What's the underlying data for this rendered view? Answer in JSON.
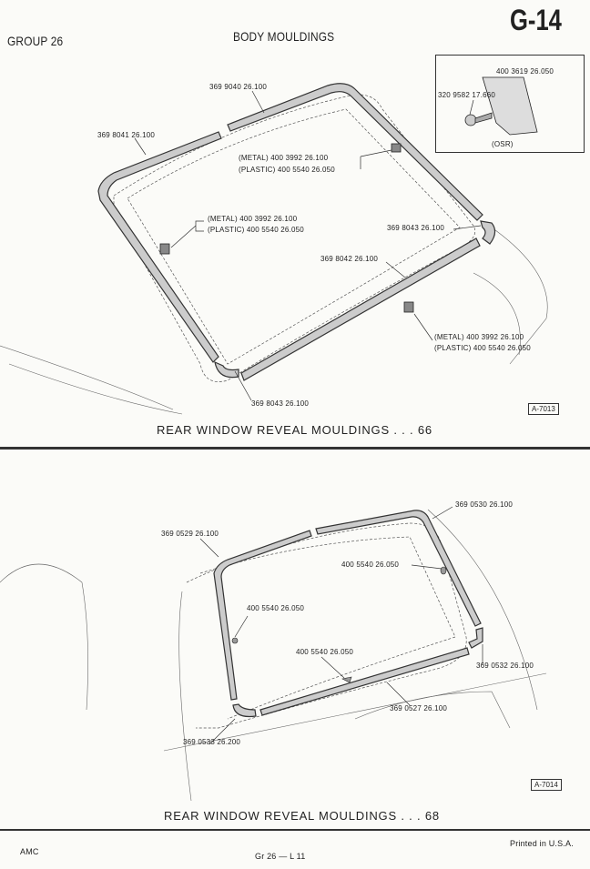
{
  "header": {
    "group": "GROUP 26",
    "title": "BODY MOULDINGS",
    "page_code": "G-14"
  },
  "figure1": {
    "inset": {
      "clip_label": "400 3619  26.050",
      "screw_label": "320 9582  17.660",
      "note": "(OSR)"
    },
    "labels": {
      "top_right": "369 9040  26.100",
      "top_left": "369 8041  26.100",
      "clip_upper_metal": "(METAL) 400 3992  26.100",
      "clip_upper_plastic": "(PLASTIC) 400 5540  26.050",
      "clip_left_metal": "(METAL) 400 3992  26.100",
      "clip_left_plastic": "(PLASTIC) 400 5540  26.050",
      "corner_right": "369 8043  26.100",
      "bottom": "369 8042  26.100",
      "clip_lower_metal": "(METAL) 400 3992  26.100",
      "clip_lower_plastic": "(PLASTIC) 400 5540  26.050",
      "corner_left": "369 8043  26.100"
    },
    "figure_id": "A-7013",
    "caption": "REAR WINDOW REVEAL MOULDINGS . . . 66"
  },
  "figure2": {
    "labels": {
      "top_right": "369 0530  26.100",
      "top_left": "369 0529  26.100",
      "clip_right": "400 5540  26.050",
      "clip_left": "400 5540  26.050",
      "clip_bottom": "400 5540  26.050",
      "corner_right": "369 0532  26.100",
      "bottom": "369 0527  26.100",
      "corner_left": "369 0533  26.200"
    },
    "figure_id": "A-7014",
    "caption": "REAR WINDOW REVEAL MOULDINGS . . . 68"
  },
  "footer": {
    "publisher": "AMC",
    "page_ref": "Gr 26  —  L  11",
    "printed": "Printed  in U.S.A."
  }
}
